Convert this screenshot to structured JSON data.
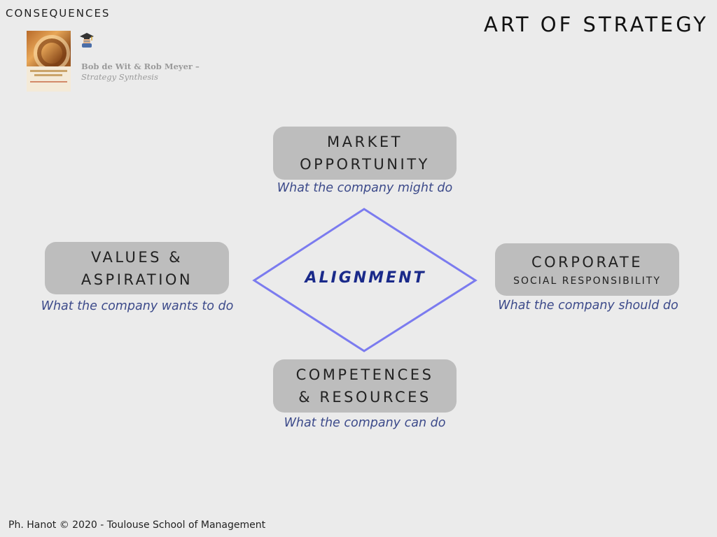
{
  "header": {
    "section": "CONSEQUENCES",
    "title": "ART OF STRATEGY"
  },
  "citation": {
    "authors": "Bob de Wit & Rob Meyer –",
    "book": "Strategy Synthesis"
  },
  "icons": {
    "book_cover": "book-cover-image",
    "graduate": "graduate-icon"
  },
  "diagram": {
    "center": "ALIGNMENT",
    "market": {
      "line1": "MARKET",
      "line2": "OPPORTUNITY",
      "caption": "What the company might do"
    },
    "values": {
      "line1": "VALUES &",
      "line2": "ASPIRATION",
      "caption": "What the company wants to do"
    },
    "csr": {
      "line1": "CORPORATE",
      "line2": "SOCIAL RESPONSIBILITY",
      "caption": "What the company should do"
    },
    "competences": {
      "line1": "COMPETENCES",
      "line2": "& RESOURCES",
      "caption": "What the company can do"
    },
    "colors": {
      "box": "#bdbdbd",
      "diamond": "#7b7bef",
      "center_text": "#1a2a8a",
      "caption": "#3c4a8a"
    }
  },
  "footer": {
    "text": "Ph. Hanot © 2020  -  Toulouse School of Management"
  }
}
